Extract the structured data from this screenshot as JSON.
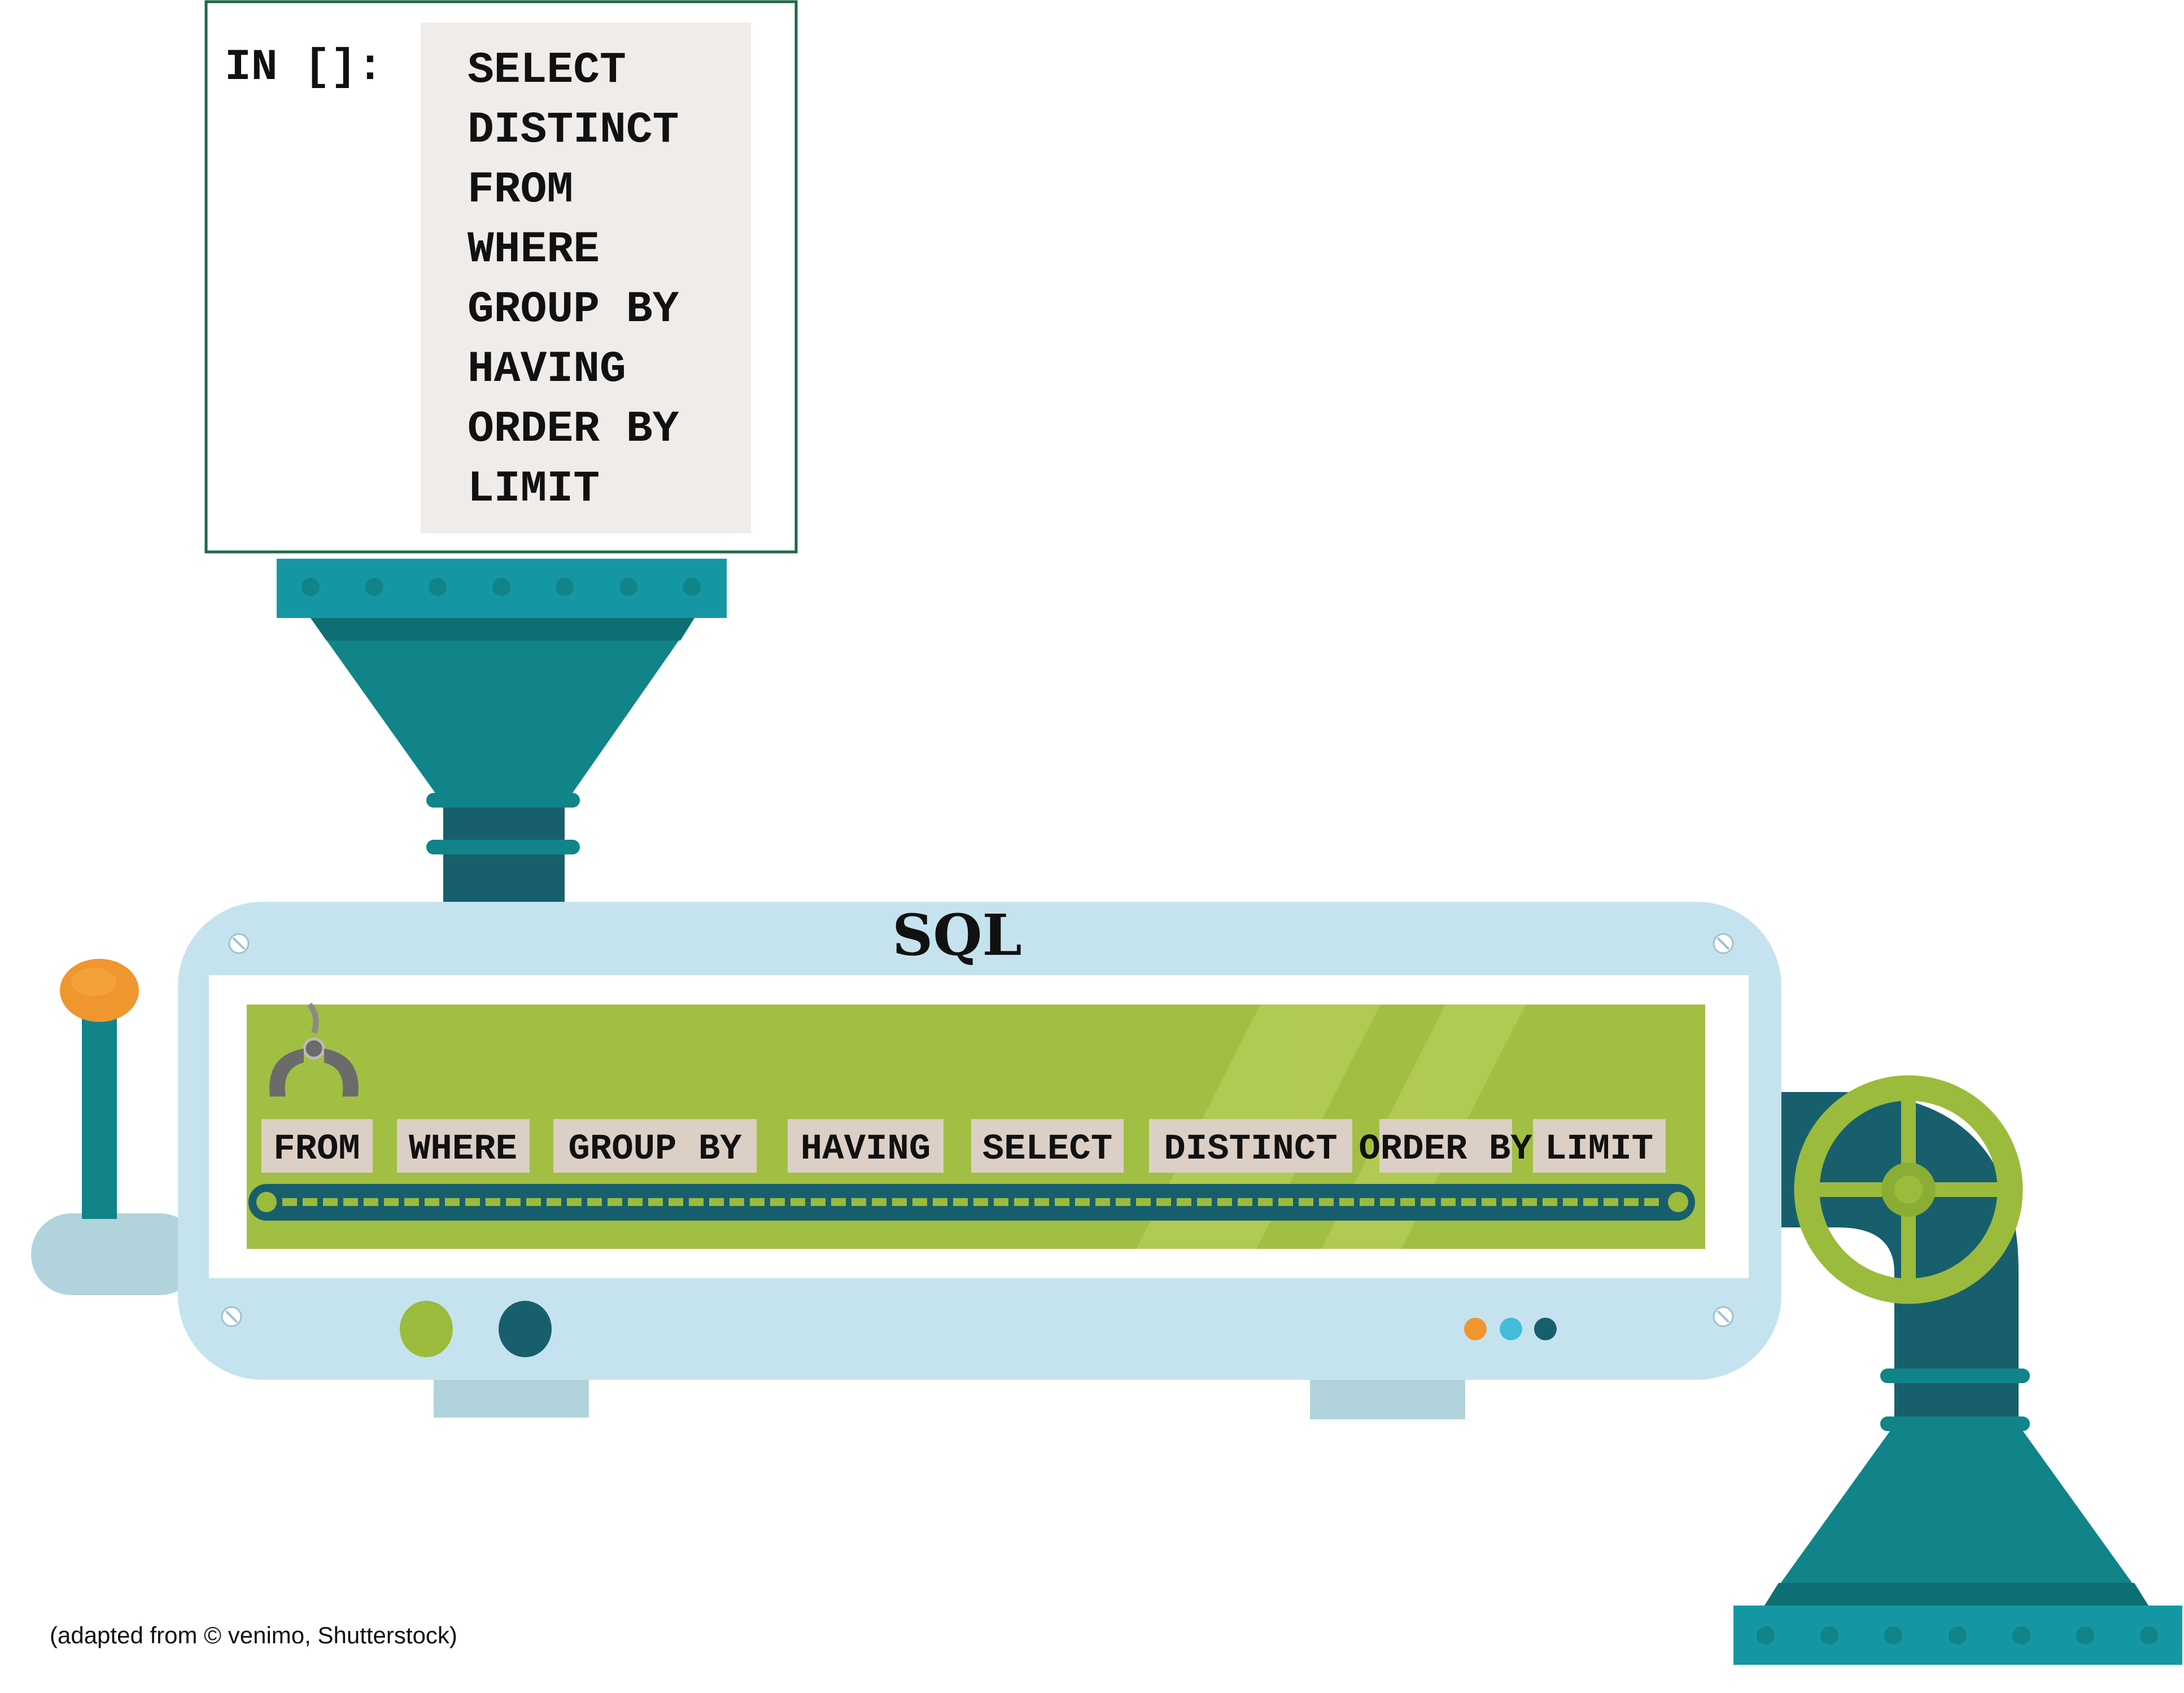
{
  "notebook_cell": {
    "prompt": "IN []:",
    "code_lines": [
      "SELECT",
      "DISTINCT",
      "FROM",
      "WHERE",
      "GROUP BY",
      "HAVING",
      "ORDER BY",
      "LIMIT"
    ]
  },
  "machine": {
    "label": "SQL",
    "conveyor_blocks": [
      "FROM",
      "WHERE",
      "GROUP BY",
      "HAVING",
      "SELECT",
      "DISTINCT",
      "ORDER BY",
      "LIMIT"
    ]
  },
  "credit": "(adapted from © venimo, Shutterstock)",
  "colors": {
    "teal_light": "#1597A3",
    "teal": "#108488",
    "teal_dark": "#185F6D",
    "machine_body": "#C5E3EE",
    "machine_feet": "#B1D4DC",
    "screen_green": "#A1BF43",
    "screen_green_light": "#B3CC55",
    "wheel_green": "#9BBB3C",
    "knob_orange": "#F0962E",
    "block_beige": "#DCCFC6",
    "code_bg": "#EFECEA",
    "cell_border": "#1D6A45",
    "dot_cyan": "#41BDDB"
  }
}
